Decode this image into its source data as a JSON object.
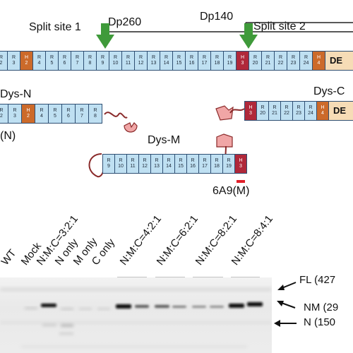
{
  "labels": {
    "split_site_1": "Split site 1",
    "split_site_2": "Split site 2",
    "dp260": "Dp260",
    "dp140": "Dp140",
    "dys_n": "Dys-N",
    "dys_m": "Dys-M",
    "dys_c": "Dys-C",
    "n_tag": "(N)",
    "antibody_m": "6A9(M)",
    "de_full": "DE",
    "de_c": "DE"
  },
  "full_track": [
    "2",
    "3",
    "H2",
    "4",
    "5",
    "6",
    "7",
    "8",
    "9",
    "10",
    "11",
    "12",
    "13",
    "14",
    "15",
    "16",
    "17",
    "18",
    "19",
    "H3",
    "20",
    "21",
    "22",
    "23",
    "24",
    "H4",
    "DE"
  ],
  "dys_n_track": [
    "2",
    "3",
    "H2",
    "4",
    "5",
    "6",
    "7",
    "8"
  ],
  "dys_m_track": [
    "9",
    "10",
    "11",
    "12",
    "13",
    "14",
    "15",
    "16",
    "17",
    "18",
    "19",
    "H3"
  ],
  "dys_c_track": [
    "H3",
    "20",
    "21",
    "22",
    "23",
    "24",
    "H4",
    "DE"
  ],
  "lanes": [
    "WT",
    "Mock",
    "N:M:C=3:2:1",
    "N only",
    "M only",
    "C only",
    "N:M:C=4:2:1",
    "N:M:C=6:2:1",
    "N:M:C=8:2:1",
    "N:M:C=8:4:1"
  ],
  "bands": {
    "fl": "FL (427",
    "nm": "NM (29",
    "n": "N (150"
  },
  "colors": {
    "repeat_fill": "#bfe0f2",
    "hinge_fill": "#cc6a2a",
    "hinge3_fill": "#b0283a",
    "de_fill": "#f6dcb6",
    "split_arrow": "#3f9a3a",
    "intein_stroke": "#8a2a2a",
    "intein_fill": "#f0a6a6",
    "epitope_bar": "#e0202a"
  },
  "icons": [
    "split-arrow-icon",
    "intein-loop-icon",
    "intein-cap-icon",
    "blot-arrow-icon"
  ]
}
